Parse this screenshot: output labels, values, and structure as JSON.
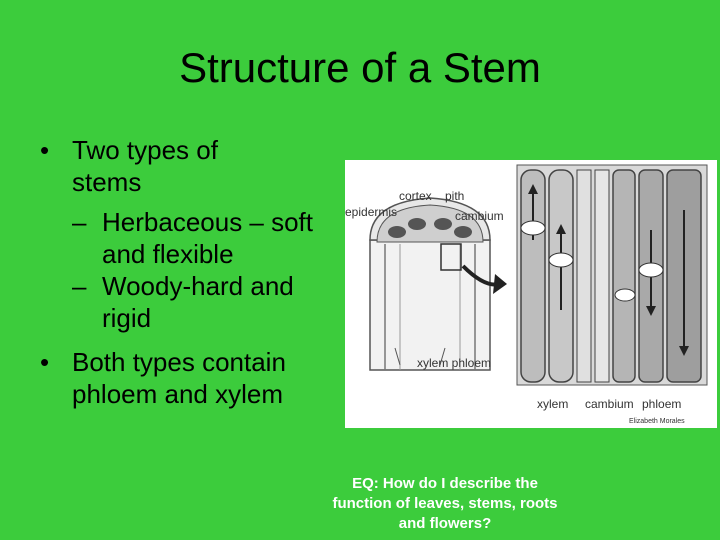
{
  "slide": {
    "title": "Structure of a Stem",
    "bullet1": {
      "line1": "Two types of",
      "line2": "stems"
    },
    "sub1": {
      "line1": "Herbaceous – soft",
      "line2": "and flexible"
    },
    "sub2": {
      "line1": "Woody-hard and",
      "line2": "rigid"
    },
    "bullet2": {
      "line1": "Both types contain",
      "line2": "phloem and xylem"
    },
    "bullet_marker": "•",
    "dash_marker": "–",
    "eq": {
      "line1": "EQ: How do I describe the",
      "line2": "function of leaves, stems, roots",
      "line3": "and flowers?"
    }
  },
  "figure": {
    "labels": {
      "cortex": "cortex",
      "pith": "pith",
      "epidermis": "epidermis",
      "cambium_top": "cambium",
      "xylem_phloem": "xylem phloem",
      "bottom_xylem": "xylem",
      "bottom_cambium": "cambium",
      "bottom_phloem": "phloem",
      "credit": "Elizabeth Morales"
    }
  },
  "colors": {
    "background": "#3ccc3c",
    "title_text": "#000000",
    "eq_text": "#ffffff"
  }
}
